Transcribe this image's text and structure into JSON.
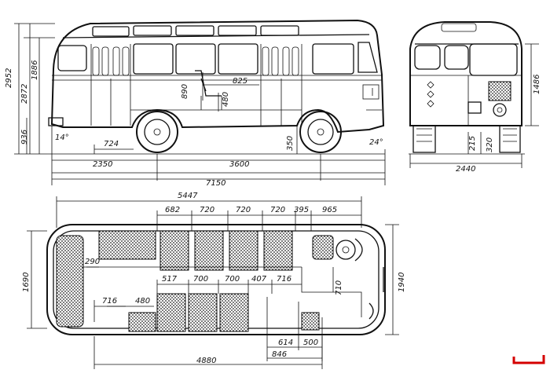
{
  "dims_side": {
    "h_total": "2952",
    "h_body": "2872",
    "h_roof": "1886",
    "h_floor": "936",
    "angle_front": "14°",
    "angle_rear": "24°",
    "overhang_rear_part": "724",
    "overhang_front": "2350",
    "wheelbase": "3600",
    "length_total": "7150",
    "seat_height": "890",
    "seat_depth": "480",
    "seat_pitch": "825",
    "clearance": "350"
  },
  "dims_rear": {
    "height": "1486",
    "track": "2440",
    "low1": "215",
    "low2": "320"
  },
  "dims_plan": {
    "inner_length": "5447",
    "top_row": [
      "682",
      "720",
      "720",
      "720",
      "395",
      "965"
    ],
    "inner_width": "1690",
    "outer_width": "1940",
    "aisle": "290",
    "mid_row": [
      "517",
      "700",
      "700",
      "407",
      "716"
    ],
    "door": "710",
    "rear_seat": "716",
    "rear_seat2": "480",
    "step1": "614",
    "step2": "500",
    "step3": "846",
    "floor_length": "4880"
  },
  "colors": {
    "ink": "#111111",
    "marker": "#d40000"
  }
}
